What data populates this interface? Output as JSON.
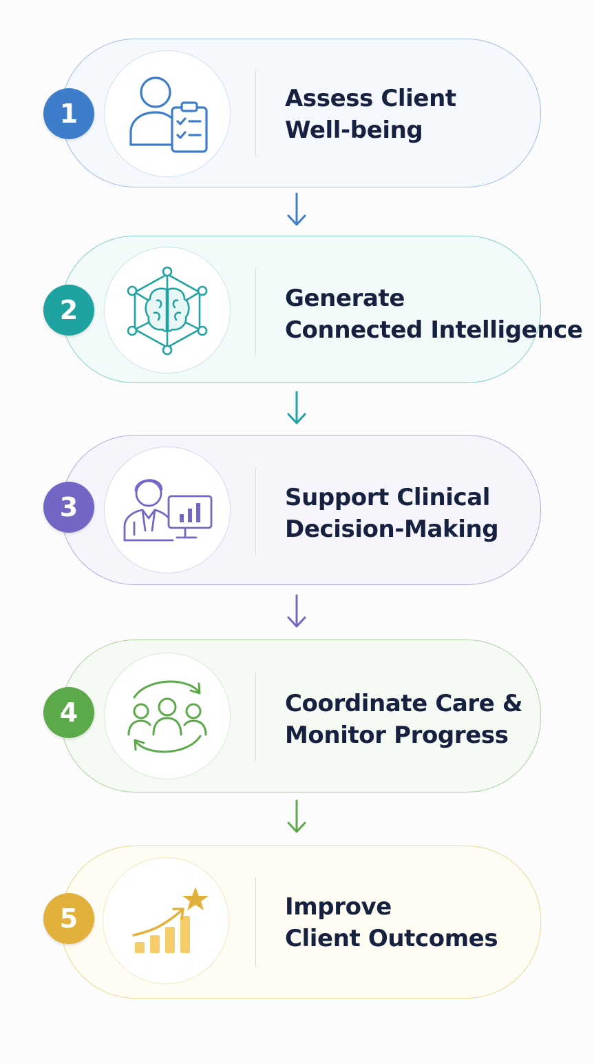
{
  "steps": [
    {
      "number": "1",
      "line1": "Assess Client",
      "line2": "Well-being",
      "icon": "user-clipboard-icon",
      "color": "#3e7dca"
    },
    {
      "number": "2",
      "line1": "Generate",
      "line2": "Connected Intelligence",
      "icon": "brain-network-icon",
      "color": "#1fa3a1"
    },
    {
      "number": "3",
      "line1": "Support Clinical",
      "line2": "Decision-Making",
      "icon": "clinician-dashboard-icon",
      "color": "#7267c4"
    },
    {
      "number": "4",
      "line1": "Coordinate Care &",
      "line2": "Monitor Progress",
      "icon": "team-cycle-icon",
      "color": "#5ca94a"
    },
    {
      "number": "5",
      "line1": "Improve",
      "line2": "Client Outcomes",
      "icon": "growth-chart-star-icon",
      "color": "#e2b13c"
    }
  ],
  "colors": {
    "title_text": "#15213f",
    "page_background": "#fcfcfd"
  }
}
